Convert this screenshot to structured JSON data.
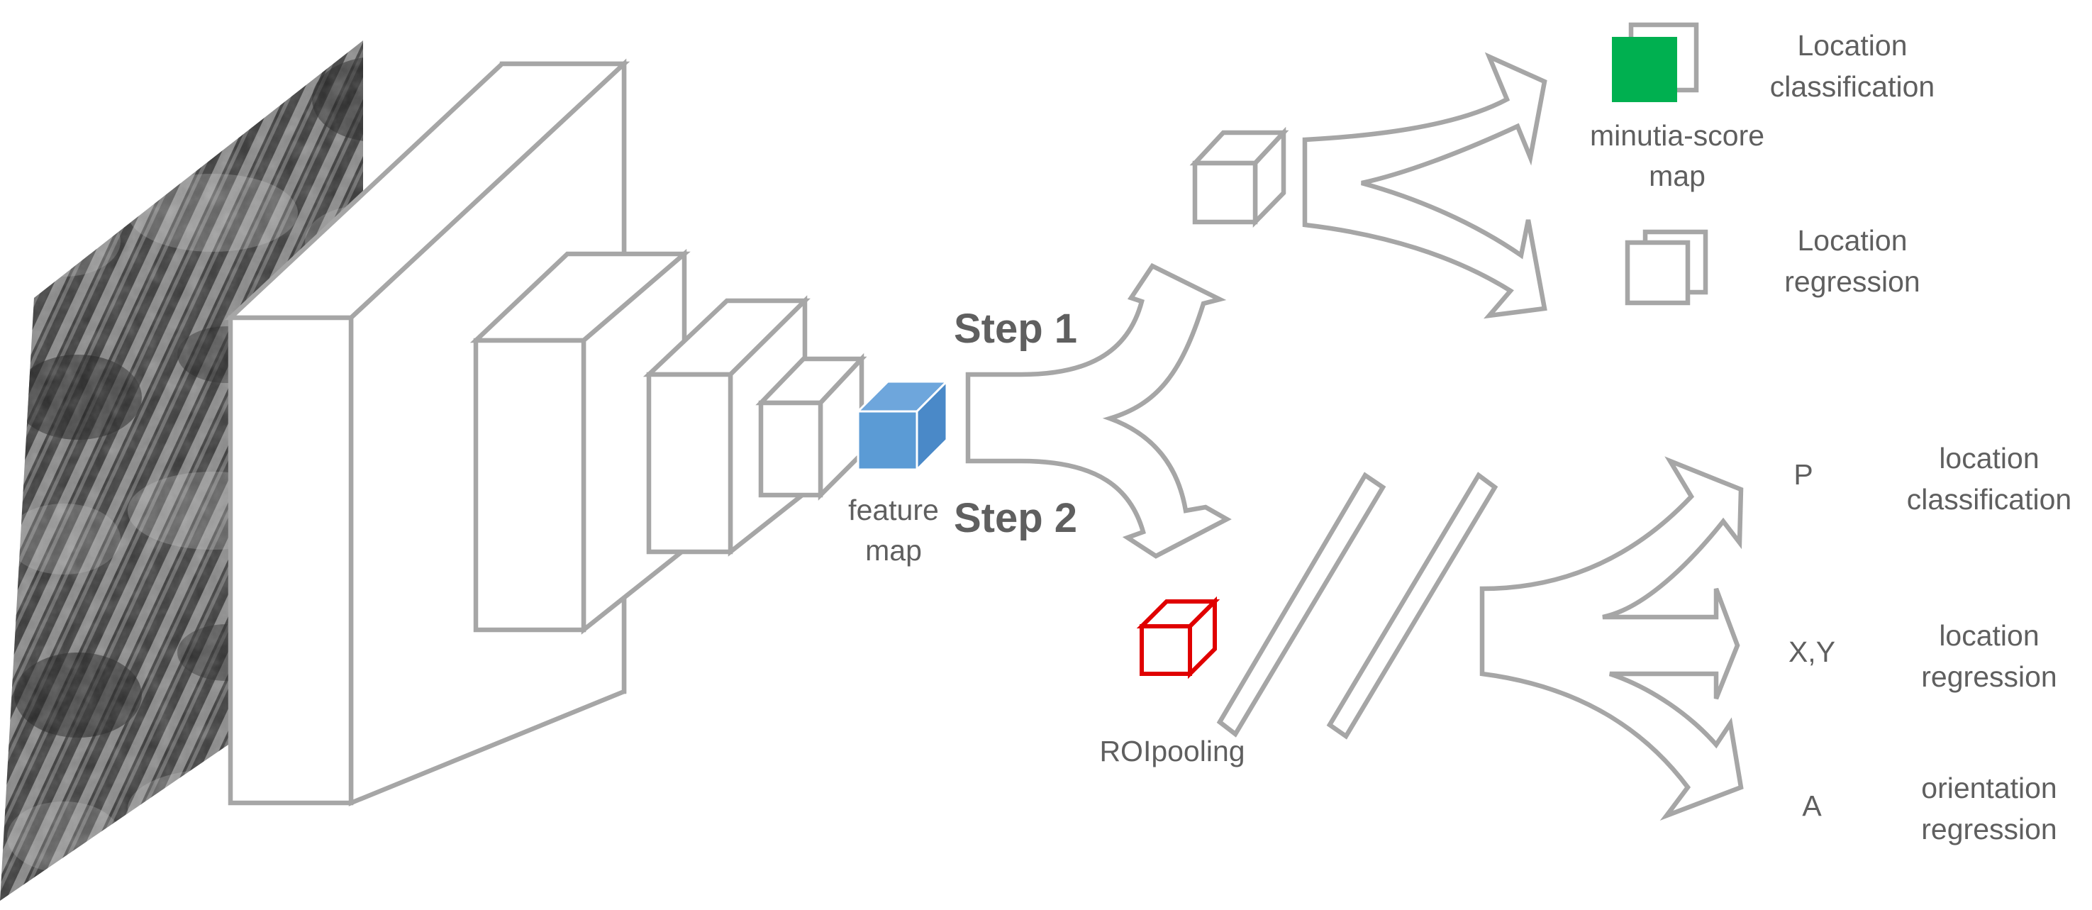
{
  "diagram": {
    "feature_map_label": [
      "feature",
      "map"
    ],
    "step1_label": "Step 1",
    "step2_label": "Step 2",
    "roi_label": "ROIpooling",
    "step1_outputs": {
      "score_map_label": [
        "minutia-score",
        "map"
      ],
      "classification_label": [
        "Location",
        "classification"
      ],
      "regression_label": [
        "Location",
        "regression"
      ]
    },
    "step2_outputs": [
      {
        "symbol": "P",
        "label": [
          "location",
          "classification"
        ]
      },
      {
        "symbol": "X,Y",
        "label": [
          "location",
          "regression"
        ]
      },
      {
        "symbol": "A",
        "label": [
          "orientation",
          "regression"
        ]
      }
    ],
    "colors": {
      "outline": "#a6a6a6",
      "text": "#5f5f5f",
      "feature_map_fill": "#5b9bd5",
      "score_map_fill": "#00b050",
      "roi_outline": "#e00000"
    },
    "icons": [
      "fingerprint-image",
      "conv-block",
      "feature-cube",
      "branch-arrow",
      "fc-layer"
    ]
  }
}
